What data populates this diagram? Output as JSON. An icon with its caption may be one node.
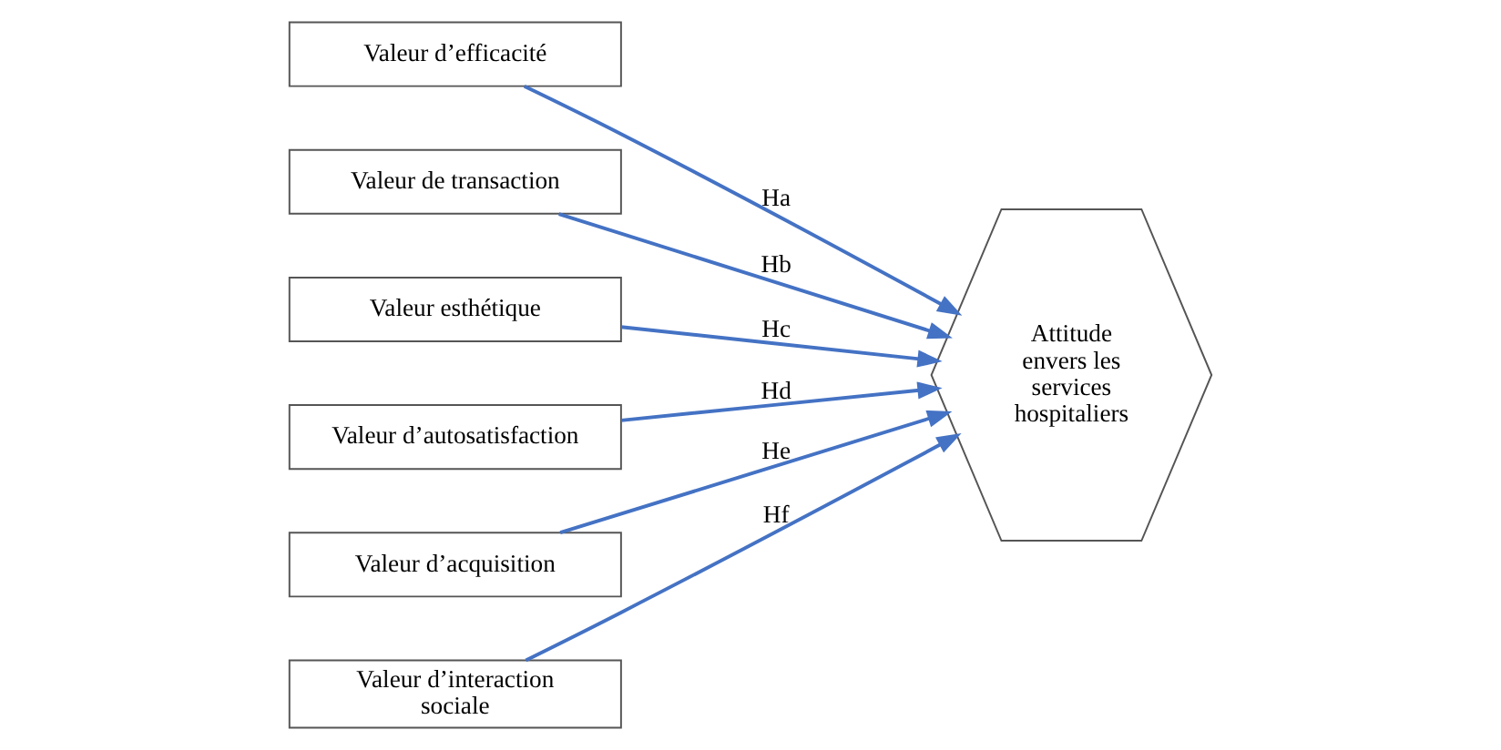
{
  "diagram": {
    "nodes": [
      {
        "text": [
          "Valeur d’efficacité"
        ]
      },
      {
        "text": [
          "Valeur de transaction"
        ]
      },
      {
        "text": [
          "Valeur esthétique"
        ]
      },
      {
        "text": [
          "Valeur d’autosatisfaction"
        ]
      },
      {
        "text": [
          "Valeur d’acquisition"
        ]
      },
      {
        "text": [
          "Valeur d’interaction sociale"
        ]
      },
      {
        "text": [
          "Attitude envers les services hospitaliers"
        ]
      }
    ],
    "edges": [
      {
        "from": 0,
        "to": 6,
        "arrow": "to",
        "label": "Ha"
      },
      {
        "from": 1,
        "to": 6,
        "arrow": "to",
        "label": "Hb"
      },
      {
        "from": 2,
        "to": 6,
        "arrow": "to",
        "label": "Hc"
      },
      {
        "from": 3,
        "to": 6,
        "arrow": "to",
        "label": "Hd"
      },
      {
        "from": 4,
        "to": 6,
        "arrow": "to",
        "label": "He"
      },
      {
        "from": 5,
        "to": 6,
        "arrow": "to",
        "label": "Hf"
      }
    ]
  }
}
